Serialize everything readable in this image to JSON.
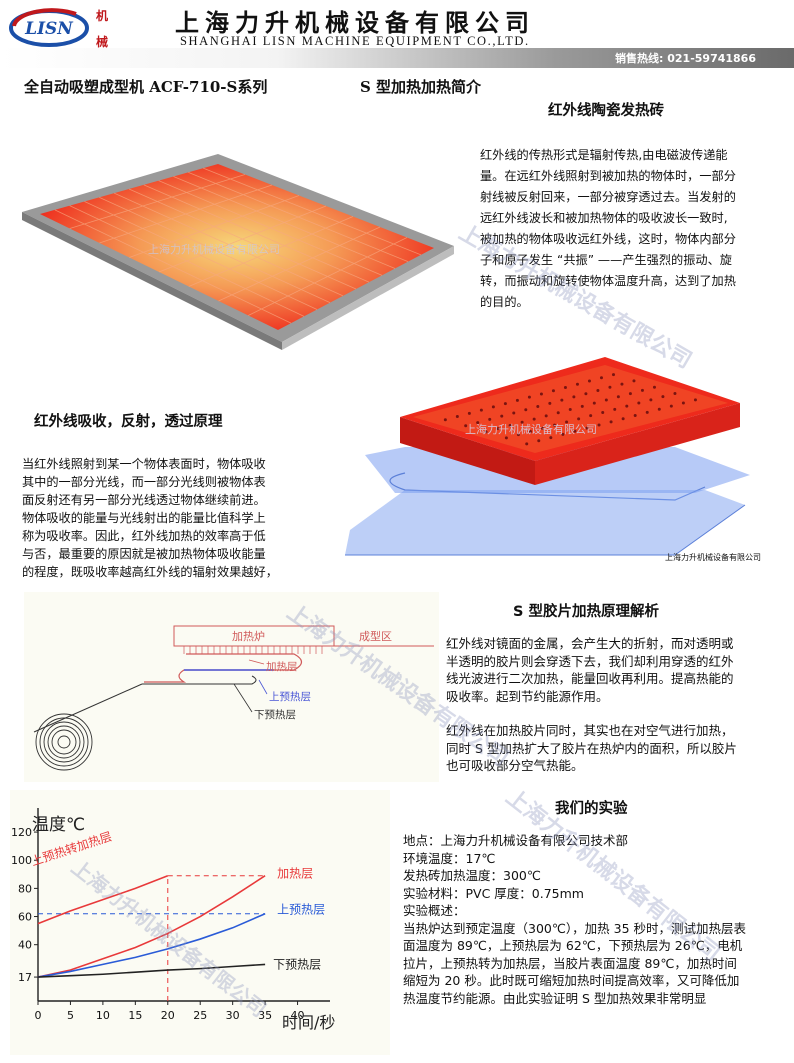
{
  "header": {
    "logo_text": "LISN",
    "logo_side_1": "机",
    "logo_side_2": "械",
    "company_cn": "上海力升机械设备有限公司",
    "company_en": "SHANGHAI LISN MACHINE EQUIPMENT CO.,LTD.",
    "hotline": "销售热线: 021-59741866"
  },
  "title_left": "全自动吸塑成型机 ACF-710-S系列",
  "title_right": "S 型加热加热简介",
  "section1": {
    "heading": "红外线陶瓷发热砖",
    "lines": [
      "红外线的传热形式是辐射传热,由电磁波传递能",
      "量。在远红外线照射到被加热的物体时，一部分",
      "射线被反射回来，一部分被穿透过去。当发射的",
      "远红外线波长和被加热物体的吸收波长一致时,",
      "被加热的物体吸收远红外线，这时，物体内部分",
      "子和原子发生 “共振” ——产生强烈的振动、旋",
      "转，而振动和旋转使物体温度升高，达到了加热",
      "的目的。"
    ],
    "image_watermark": "上海力升机械设备有限公司"
  },
  "section2": {
    "heading": "红外线吸收，反射，透过原理",
    "lines": [
      "当红外线照射到某一个物体表面时，物体吸收",
      "其中的一部分光线，而一部分光线则被物体表",
      "面反射还有另一部分光线透过物体继续前进。",
      "物体吸收的能量与光线射出的能量比值科学上",
      "称为吸收率。因此，红外线加热的效率高于低",
      "与否，最重要的原因就是被加热物体吸收能量",
      "的程度，既吸收率越高红外线的辐射效果越好，"
    ],
    "image_watermark": "上海力升机械设备有限公司",
    "image_caption": "上海力升机械设备有限公司"
  },
  "diagram": {
    "label_furnace": "加热炉",
    "label_forming": "成型区",
    "label_heat_layer": "加热层",
    "label_upper": "上预热层",
    "label_lower": "下预热层"
  },
  "section3": {
    "heading": "S 型胶片加热原理解析",
    "p1": [
      "红外线对镜面的金属，会产生大的折射，而对透明或",
      "半透明的胶片则会穿透下去，我们却利用穿透的红外",
      "线光波进行二次加热，能量回收再利用。提高热能的",
      "吸收率。起到节约能源作用。"
    ],
    "p2": [
      "红外线在加热胶片同时，其实也在对空气进行加热，",
      "同时 S 型加热扩大了胶片在热炉内的面积，所以胶片",
      "也可吸收部分空气热能。"
    ]
  },
  "section4": {
    "heading": "我们的实验",
    "lines": [
      "地点：上海力升机械设备有限公司技术部",
      "环境温度：17℃",
      "发热砖加热温度：300℃",
      "实验材料：PVC    厚度：0.75mm",
      "实验概述：",
      "当热炉达到预定温度（300℃），加热 35 秒时，测试加热层表",
      "面温度为 89℃，上预热层为 62℃，下预热层为 26℃，电机",
      "拉片，上预热转为加热层，当胶片表面温度 89℃，加热时间",
      "缩短为 20 秒。此时既可缩短加热时间提高效率，又可降低加",
      "热温度节约能源。由此实验证明 S 型加热效果非常明显"
    ]
  },
  "chart_data": {
    "type": "line",
    "ylabel": "温度℃",
    "xlabel": "时间/秒",
    "x_ticks": [
      "0",
      "5",
      "10",
      "15",
      "20",
      "25",
      "30",
      "35",
      "40"
    ],
    "y_ticks": [
      "17",
      "40",
      "60",
      "80",
      "100",
      "120"
    ],
    "xlim": [
      0,
      45
    ],
    "ylim": [
      0,
      130
    ],
    "series": [
      {
        "name": "上预热转加热层",
        "color": "#e8393a",
        "x": [
          0,
          5,
          10,
          15,
          20
        ],
        "y": [
          55,
          64,
          72,
          80,
          89
        ]
      },
      {
        "name": "加热层",
        "color": "#e8393a",
        "x": [
          0,
          5,
          10,
          15,
          20,
          25,
          30,
          35
        ],
        "y": [
          17,
          22,
          30,
          38,
          48,
          60,
          74,
          89
        ]
      },
      {
        "name": "上预热层",
        "color": "#2a5bd7",
        "x": [
          0,
          5,
          10,
          15,
          20,
          25,
          30,
          35
        ],
        "y": [
          17,
          21,
          26,
          31,
          37,
          44,
          52,
          62
        ]
      },
      {
        "name": "下预热层",
        "color": "#222222",
        "x": [
          0,
          5,
          10,
          15,
          20,
          25,
          30,
          35
        ],
        "y": [
          17,
          18,
          19,
          20.5,
          22,
          23,
          24.5,
          26
        ]
      }
    ],
    "reference_lines": [
      {
        "y": 89,
        "x_from": 20,
        "x_to": 35,
        "color": "#e8393a"
      },
      {
        "y": 62,
        "x_from": 0,
        "x_to": 35,
        "color": "#2a5bd7"
      },
      {
        "x": 20,
        "y_from": 0,
        "y_to": 89,
        "color": "#e8393a"
      }
    ],
    "watermark": "上海力升机械设备有限公司"
  },
  "watermarks": [
    "上海力升机械设备有限公司",
    "上海力升机械设备有限公司",
    "上海力升机械设备有限公司"
  ],
  "colors": {
    "brand_red": "#c0181c",
    "heat_red": "#ee2a1c",
    "film_blue": "#7b9ff0"
  }
}
